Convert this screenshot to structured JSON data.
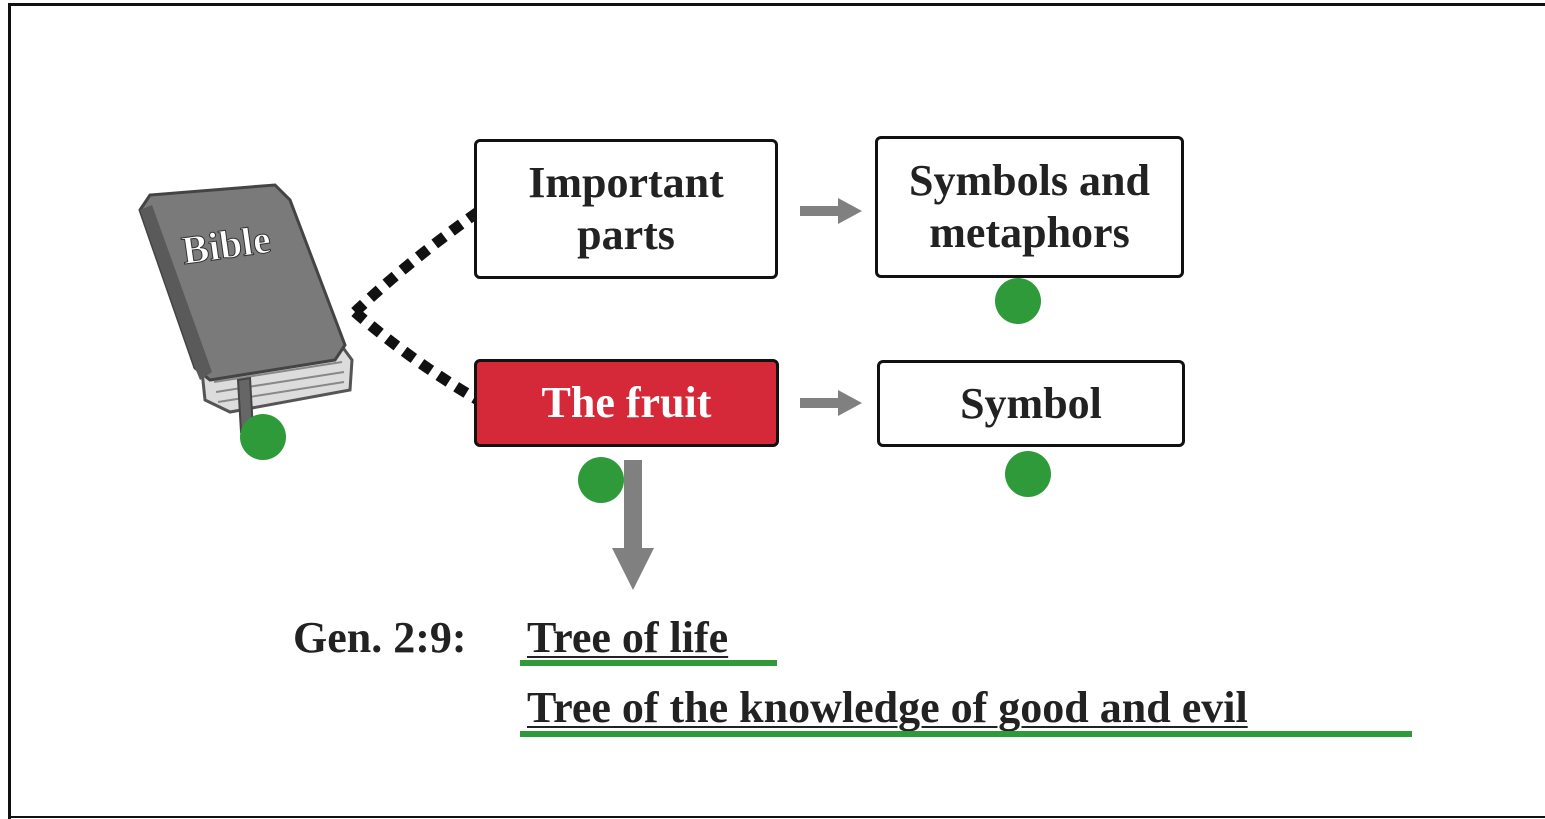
{
  "bible": {
    "cover_text": "Bible",
    "icon": "book-icon"
  },
  "boxes": {
    "important_parts": {
      "line1": "Important",
      "line2": "parts"
    },
    "symbols_metaphors": {
      "line1": "Symbols and",
      "line2": "metaphors"
    },
    "the_fruit": {
      "label": "The fruit"
    },
    "symbol": {
      "label": "Symbol"
    }
  },
  "reference": {
    "label": "Gen. 2:9:",
    "items": [
      "Tree of life",
      "Tree of the knowledge of good and evil"
    ]
  },
  "colors": {
    "highlight_red": "#d5293a",
    "marker_green": "#2f9a39",
    "arrow_gray": "#808080",
    "book_gray": "#7a7a7a"
  }
}
